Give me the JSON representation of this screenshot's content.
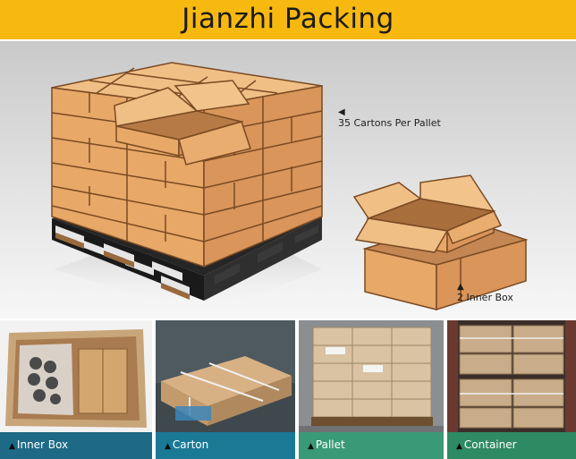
{
  "header": {
    "title": "Jianzhi Packing",
    "color": "#f7b90f"
  },
  "hero": {
    "pallet_label": "35 Cartons Per Pallet",
    "inner_box_label": "2 Inner Box",
    "background_color": "#d9d9d9",
    "carton_color": "#e8a868"
  },
  "gallery": {
    "items": [
      {
        "label": "Inner Box",
        "caption_color": "#1e6a86"
      },
      {
        "label": "Carton",
        "caption_color": "#1a7a96"
      },
      {
        "label": "Pallet",
        "caption_color": "#3a9a78"
      },
      {
        "label": "Container",
        "caption_color": "#2e8a62"
      }
    ],
    "arrow_glyph": "▲"
  },
  "icons": {
    "pointer_left": "◀",
    "pointer_up": "▲"
  }
}
